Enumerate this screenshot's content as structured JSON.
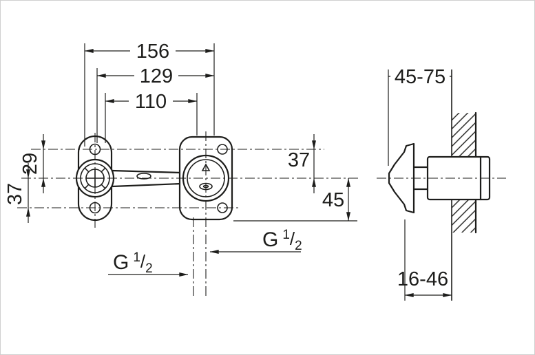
{
  "front_view": {
    "dim_width_outer": "156",
    "dim_width_mid": "129",
    "dim_width_inner": "110",
    "dim_left_upper": "29",
    "dim_left_lower": "37",
    "dim_right_upper": "37",
    "dim_right_lower": "45",
    "thread_bottom": {
      "prefix": "G",
      "numerator": "1",
      "slash": "/",
      "denominator": "2"
    },
    "thread_side": {
      "prefix": "G",
      "numerator": "1",
      "slash": "/",
      "denominator": "2"
    }
  },
  "side_view": {
    "dim_depth_wall": "45-75",
    "dim_depth_body": "16-46"
  },
  "colors": {
    "line": "#1d1d1b",
    "background": "#ffffff"
  }
}
